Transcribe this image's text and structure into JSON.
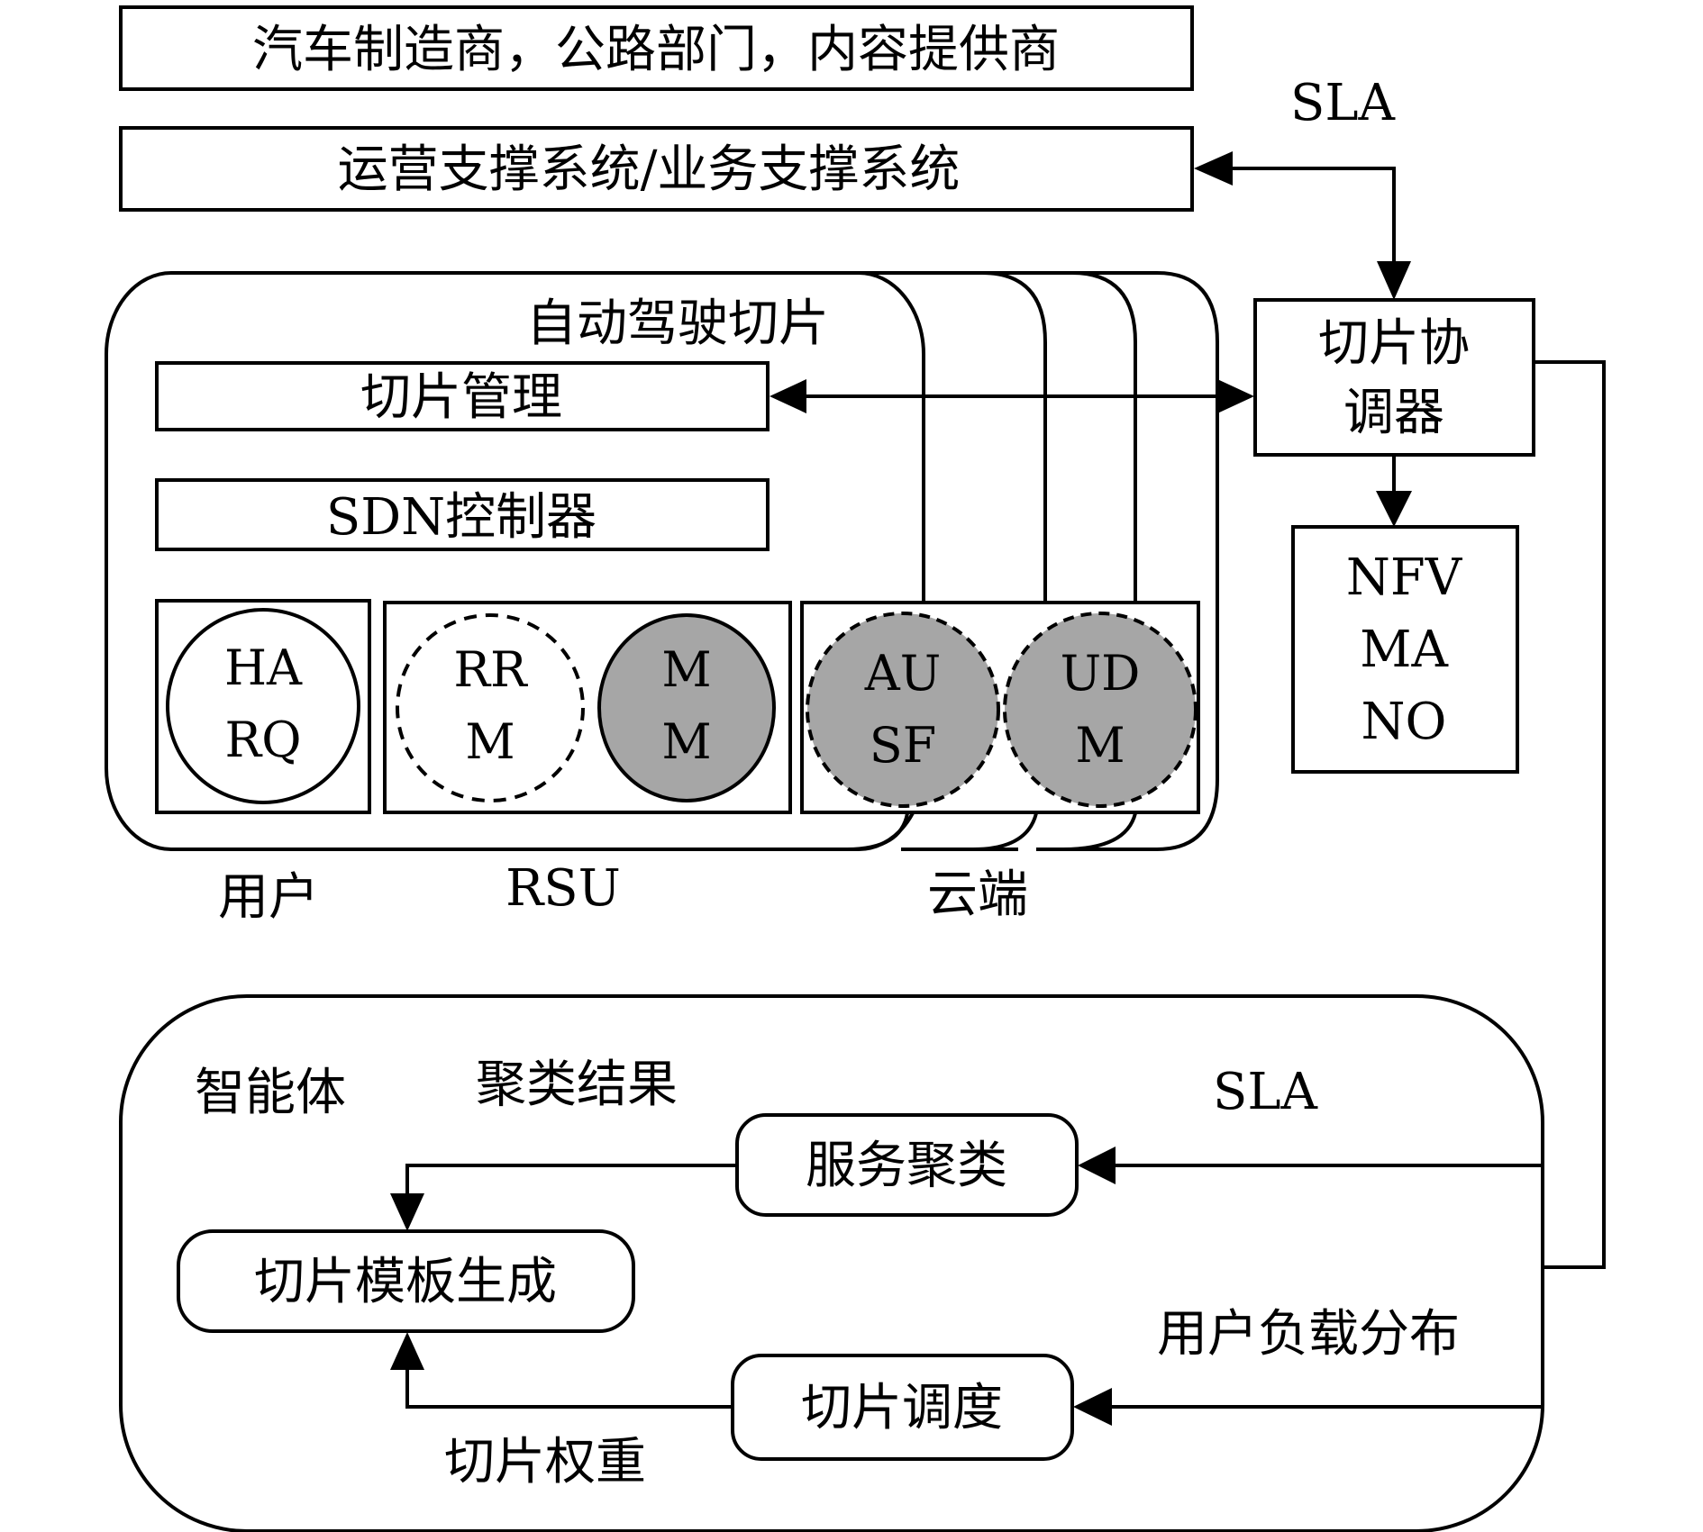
{
  "top_boxes": {
    "stakeholders": "汽车制造商，公路部门，内容提供商",
    "oss_bss": "运营支撑系统/业务支撑系统"
  },
  "sla_top": "SLA",
  "slice": {
    "title": "自动驾驶切片",
    "slice_management": "切片管理",
    "sdn_controller": "SDN控制器",
    "user_functions": [
      {
        "line1": "HA",
        "line2": "RQ"
      }
    ],
    "rsu_functions": [
      {
        "line1": "RR",
        "line2": "M",
        "style": "dashed-white"
      },
      {
        "line1": "M",
        "line2": "M",
        "style": "solid-gray"
      }
    ],
    "cloud_functions": [
      {
        "line1": "AU",
        "line2": "SF",
        "style": "dashed-gray"
      },
      {
        "line1": "UD",
        "line2": "M",
        "style": "dashed-gray"
      }
    ],
    "labels": {
      "user": "用户",
      "rsu": "RSU",
      "cloud": "云端"
    }
  },
  "coordinator": {
    "line1": "切片协",
    "line2": "调器"
  },
  "nfv": {
    "line1": "NFV",
    "line2": "MA",
    "line3": "NO"
  },
  "agent": {
    "title": "智能体",
    "clustering_result": "聚类结果",
    "sla": "SLA",
    "service_clustering": "服务聚类",
    "template_generation": "切片模板生成",
    "user_load": "用户负载分布",
    "slice_scheduling": "切片调度",
    "slice_weight": "切片权重"
  },
  "colors": {
    "gray_fill": "#a6a6a6",
    "stroke": "#000000"
  }
}
